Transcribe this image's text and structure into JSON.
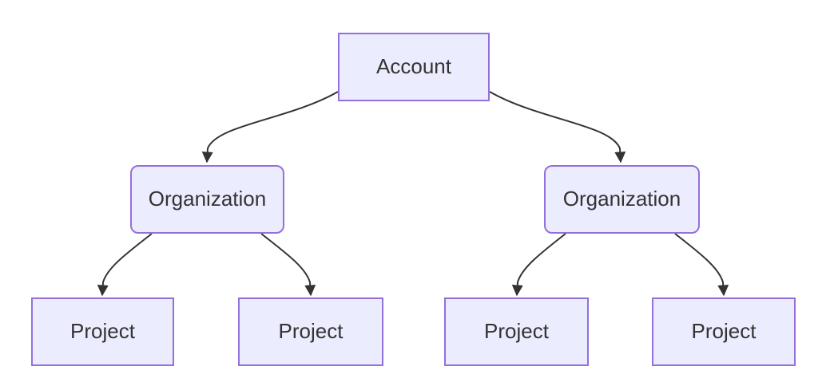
{
  "diagram": {
    "type": "flowchart-top-down",
    "background_color": "#ffffff",
    "node_fill_color": "#ECECFF",
    "node_border_color": "#9370DB",
    "edge_color": "#333333",
    "text_color": "#333333",
    "nodes": [
      {
        "id": "account",
        "label": "Account",
        "shape": "rectangle"
      },
      {
        "id": "organization-left",
        "label": "Organization",
        "shape": "rounded-rectangle"
      },
      {
        "id": "organization-right",
        "label": "Organization",
        "shape": "rounded-rectangle"
      },
      {
        "id": "project-1",
        "label": "Project",
        "shape": "rectangle"
      },
      {
        "id": "project-2",
        "label": "Project",
        "shape": "rectangle"
      },
      {
        "id": "project-3",
        "label": "Project",
        "shape": "rectangle"
      },
      {
        "id": "project-4",
        "label": "Project",
        "shape": "rectangle"
      }
    ],
    "edges": [
      {
        "from": "account",
        "to": "organization-left",
        "style": "curved-arrow"
      },
      {
        "from": "account",
        "to": "organization-right",
        "style": "curved-arrow"
      },
      {
        "from": "organization-left",
        "to": "project-1",
        "style": "curved-arrow"
      },
      {
        "from": "organization-left",
        "to": "project-2",
        "style": "curved-arrow"
      },
      {
        "from": "organization-right",
        "to": "project-3",
        "style": "curved-arrow"
      },
      {
        "from": "organization-right",
        "to": "project-4",
        "style": "curved-arrow"
      }
    ]
  }
}
